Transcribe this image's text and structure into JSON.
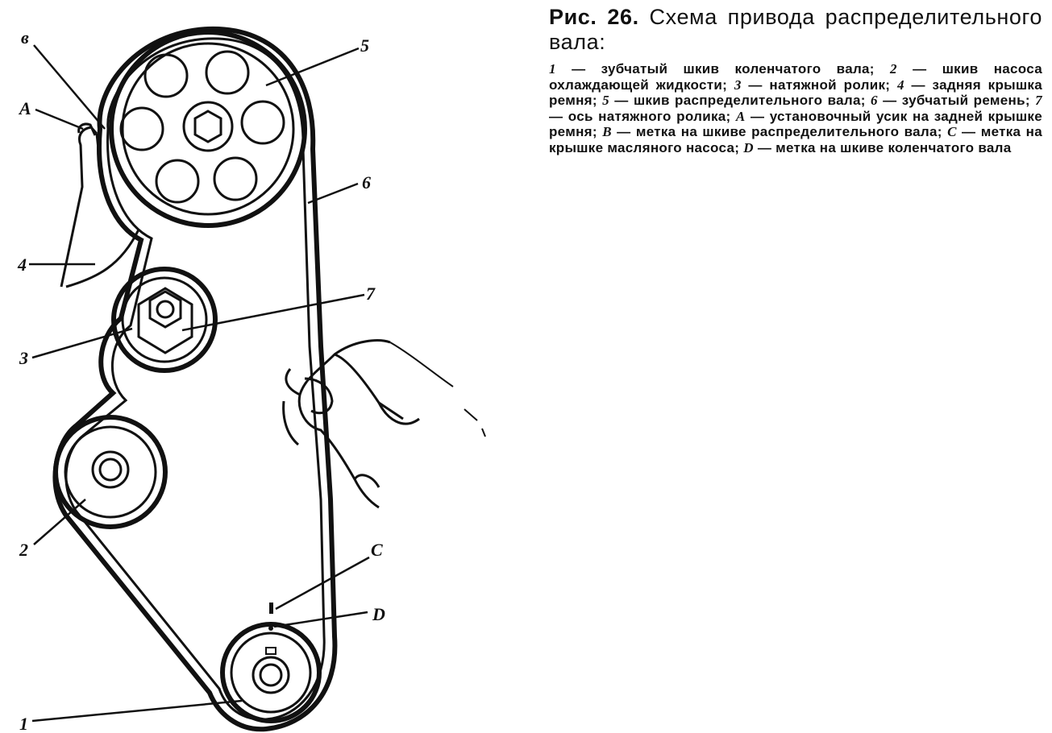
{
  "figure": {
    "number": "Рис. 26.",
    "title": "Схема привода распределительного вала:",
    "legend": [
      {
        "key": "1",
        "text": "зубчатый шкив коленчатого вала;"
      },
      {
        "key": "2",
        "text": "шкив насоса охлаждающей жидкости;"
      },
      {
        "key": "3",
        "text": "натяжной ролик;"
      },
      {
        "key": "4",
        "text": "задняя крышка ремня;"
      },
      {
        "key": "5",
        "text": "шкив распределительного вала;"
      },
      {
        "key": "6",
        "text": "зубчатый ремень;"
      },
      {
        "key": "7",
        "text": "ось натяжного ролика;"
      },
      {
        "key": "A",
        "text": "установочный усик на задней крышке ремня;"
      },
      {
        "key": "B",
        "text": "метка на шкиве распределительного вала;"
      },
      {
        "key": "C",
        "text": "метка на крышке масляного насоса;"
      },
      {
        "key": "D",
        "text": "метка на шкиве коленчатого вала"
      }
    ]
  },
  "callouts": {
    "b": "в",
    "a": "A",
    "n5": "5",
    "n6": "6",
    "n4": "4",
    "n7": "7",
    "n3": "3",
    "n2": "2",
    "c": "C",
    "d": "D",
    "n1": "1"
  },
  "colors": {
    "ink": "#111111",
    "paper": "#ffffff"
  }
}
